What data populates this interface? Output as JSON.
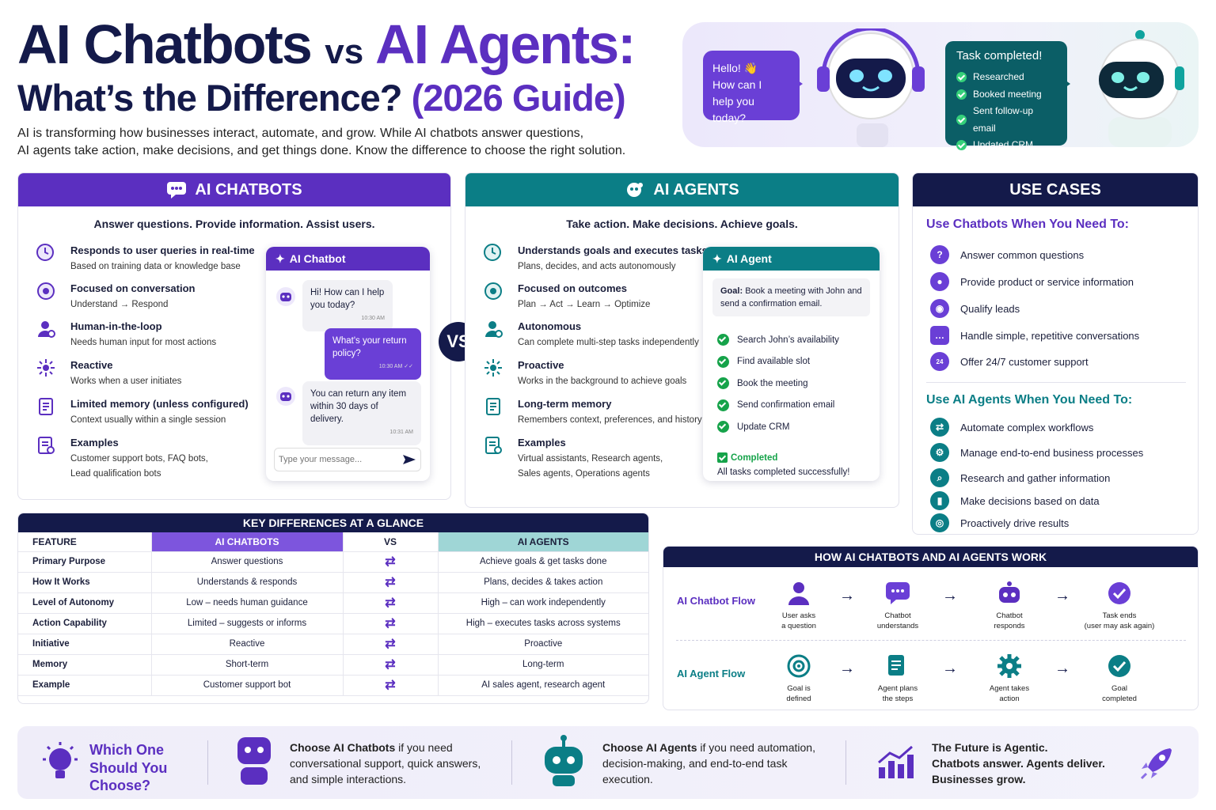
{
  "header": {
    "title_part1": "AI Chatbots",
    "title_vs": "vs",
    "title_part2": "AI Agents:",
    "subtitle_part1": "What’s the Difference?",
    "subtitle_part2": "(2026 Guide)",
    "intro_line1": "AI is transforming how businesses interact, automate, and grow. While AI chatbots answer questions,",
    "intro_line2": "AI agents take action, make decisions, and get things done. Know the difference to choose the right solution."
  },
  "hero": {
    "bubble_line1": "Hello! 👋",
    "bubble_line2": "How can I",
    "bubble_line3": "help you today?",
    "task_title": "Task completed!",
    "tasks": [
      "Researched",
      "Booked meeting",
      "Sent follow-up email",
      "Updated CRM"
    ]
  },
  "chatbots": {
    "title": "AI CHATBOTS",
    "tagline": "Answer questions. Provide information. Assist users.",
    "features": [
      {
        "title": "Responds to user queries in real-time",
        "desc": "Based on training data or knowledge base"
      },
      {
        "title": "Focused on conversation",
        "desc": "Understand → Respond"
      },
      {
        "title": "Human-in-the-loop",
        "desc": "Needs human input for most actions"
      },
      {
        "title": "Reactive",
        "desc": "Works when a user initiates"
      },
      {
        "title": "Limited memory (unless configured)",
        "desc": "Context usually within a single session"
      },
      {
        "title": "Examples",
        "desc": "Customer support bots, FAQ bots,",
        "desc2": "Lead qualification bots"
      }
    ],
    "mock": {
      "title": "AI Chatbot",
      "m1": "Hi! How can I help you today?",
      "t1": "10:30 AM",
      "m2": "What's your return policy?",
      "t2": "10:30 AM ✓✓",
      "m3": "You can return any item within 30 days of delivery.",
      "t3": "10:31 AM",
      "placeholder": "Type your message..."
    }
  },
  "vs": "VS",
  "agents": {
    "title": "AI AGENTS",
    "tagline": "Take action. Make decisions. Achieve goals.",
    "features": [
      {
        "title": "Understands goals and executes tasks",
        "desc": "Plans, decides, and acts autonomously"
      },
      {
        "title": "Focused on outcomes",
        "desc": "Plan → Act → Learn → Optimize"
      },
      {
        "title": "Autonomous",
        "desc": "Can complete multi-step tasks independently"
      },
      {
        "title": "Proactive",
        "desc": "Works in the background to achieve goals"
      },
      {
        "title": "Long-term memory",
        "desc": "Remembers context, preferences, and history"
      },
      {
        "title": "Examples",
        "desc": "Virtual assistants, Research agents,",
        "desc2": "Sales agents, Operations agents"
      }
    ],
    "mock": {
      "title": "AI Agent",
      "goal_label": "Goal:",
      "goal_text": "Book a meeting with John and send a confirmation email.",
      "steps": [
        "Search John’s availability",
        "Find available slot",
        "Book the meeting",
        "Send confirmation email",
        "Update CRM"
      ],
      "done_label": "Completed",
      "done_text": "All tasks completed successfully!"
    }
  },
  "usecases": {
    "title": "USE CASES",
    "chatbot_heading": "Use Chatbots When You Need To:",
    "chatbot_items": [
      "Answer common questions",
      "Provide product or service information",
      "Qualify leads",
      "Handle simple, repetitive conversations",
      "Offer 24/7 customer support"
    ],
    "agent_heading": "Use AI Agents When You Need To:",
    "agent_items": [
      "Automate complex workflows",
      "Manage end-to-end business processes",
      "Research and gather information",
      "Make decisions based on data",
      "Proactively drive results"
    ]
  },
  "table": {
    "title": "KEY DIFFERENCES AT A GLANCE",
    "headers": [
      "FEATURE",
      "AI CHATBOTS",
      "VS",
      "AI AGENTS"
    ],
    "rows": [
      [
        "Primary Purpose",
        "Answer questions",
        "Achieve goals & get tasks done"
      ],
      [
        "How It Works",
        "Understands & responds",
        "Plans, decides & takes action"
      ],
      [
        "Level of Autonomy",
        "Low – needs human guidance",
        "High – can work independently"
      ],
      [
        "Action Capability",
        "Limited – suggests or informs",
        "High – executes tasks across systems"
      ],
      [
        "Initiative",
        "Reactive",
        "Proactive"
      ],
      [
        "Memory",
        "Short-term",
        "Long-term"
      ],
      [
        "Example",
        "Customer support bot",
        "AI sales agent, research agent"
      ]
    ]
  },
  "flow": {
    "title": "HOW AI CHATBOTS AND AI AGENTS WORK",
    "chatbot_label": "AI Chatbot Flow",
    "agent_label": "AI Agent Flow",
    "chatbot_steps": [
      [
        "User asks",
        "a question"
      ],
      [
        "Chatbot",
        "understands"
      ],
      [
        "Chatbot",
        "responds"
      ],
      [
        "Task ends",
        "(user may ask again)"
      ]
    ],
    "agent_steps": [
      [
        "Goal is",
        "defined"
      ],
      [
        "Agent plans",
        "the steps"
      ],
      [
        "Agent takes",
        "action"
      ],
      [
        "Goal",
        "completed"
      ]
    ]
  },
  "bottom": {
    "q1": "Which One",
    "q2": "Should You",
    "q3": "Choose?",
    "c1_bold": "Choose AI Chatbots",
    "c1_rest": " if you need",
    "c1_l2": "conversational support, quick answers,",
    "c1_l3": "and simple interactions.",
    "c2_bold": "Choose AI Agents",
    "c2_rest": " if you need automation,",
    "c2_l2": "decision-making, and end-to-end task",
    "c2_l3": "execution.",
    "f1": "The Future is Agentic.",
    "f2": "Chatbots answer. Agents deliver.",
    "f3": "Businesses grow."
  },
  "colors": {
    "purple": "#5b2fc0",
    "teal": "#0b7e86",
    "navy": "#141a4a"
  }
}
